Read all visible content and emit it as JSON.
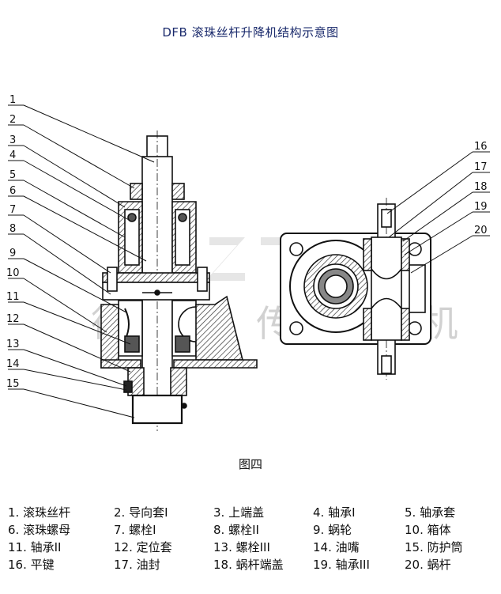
{
  "title": "DFB 滚珠丝杆升降机结构示意图",
  "figure_caption": "图四",
  "watermark_text": "德 提 传 动 机 械",
  "callouts_left": [
    "1",
    "2",
    "3",
    "4",
    "5",
    "6",
    "7",
    "8",
    "9",
    "10",
    "11",
    "12",
    "13",
    "14",
    "15"
  ],
  "callouts_right": [
    "16",
    "17",
    "18",
    "19",
    "20"
  ],
  "legend": [
    [
      "1. 滚珠丝杆",
      "2. 导向套I",
      "3. 上端盖",
      "4. 轴承I",
      "5. 轴承套"
    ],
    [
      "6. 滚珠螺母",
      "7. 螺栓I",
      "8. 螺栓II",
      "9. 蜗轮",
      "10. 箱体"
    ],
    [
      "11. 轴承II",
      "12. 定位套",
      "13. 螺栓III",
      "14. 油嘴",
      "15. 防护筒"
    ],
    [
      "16. 平键",
      "17. 油封",
      "18. 蜗杆端盖",
      "19. 轴承III",
      "20. 蜗杆"
    ]
  ],
  "colors": {
    "line": "#111111",
    "title": "#1a2a6c",
    "hatch_fill": "#555555",
    "watermark": "#b8b8b8"
  }
}
